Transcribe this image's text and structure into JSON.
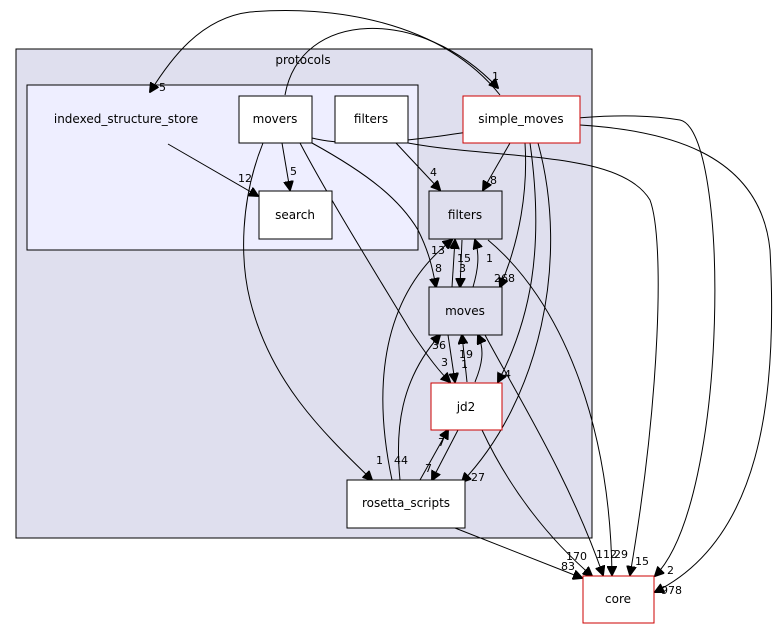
{
  "colors": {
    "outer_cluster_fill": "#dfdfee",
    "inner_cluster_fill": "#eeeeff",
    "node_border": "#000000",
    "external_node_border": "#cc0000",
    "filled_node": "#dfdfee"
  },
  "clusters": {
    "protocols": "protocols"
  },
  "nodes": {
    "indexed_structure_store": "indexed_structure_store",
    "movers": "movers",
    "filters_inner": "filters",
    "search": "search",
    "simple_moves": "simple_moves",
    "filters_outer": "filters",
    "moves": "moves",
    "jd2": "jd2",
    "rosetta_scripts": "rosetta_scripts",
    "core": "core"
  },
  "edge_labels": {
    "simple_moves_to_indexed": "5",
    "movers_to_simple_moves": "1",
    "indexed_to_search": "12",
    "movers_to_search": "5",
    "filters_inner_to_filters": "4",
    "simple_moves_to_filters": "8",
    "moves_to_filters": "13",
    "filters_to_moves_a": "15",
    "filters_to_moves_b": "3",
    "movers_to_moves": "8",
    "simple_moves_to_filters_1": "1",
    "simple_moves_to_moves": "268",
    "moves_to_jd2_a": "36",
    "moves_to_jd2_b": "3",
    "jd2_to_moves_a": "19",
    "jd2_to_moves_b": "1",
    "simple_moves_to_jd2": "4",
    "movers_to_rosetta": "1",
    "rs_to_filters": "4",
    "rs_to_moves": "4",
    "rs_to_jd2_a": "7",
    "rs_to_jd2_b": "7",
    "simple_moves_to_rs": "27",
    "rs_to_core": "83",
    "jd2_to_core": "170",
    "moves_to_core": "112",
    "filters_to_core": "29",
    "filters_inner_to_core": "15",
    "movers_to_core": "2",
    "simple_moves_to_core": "978"
  }
}
